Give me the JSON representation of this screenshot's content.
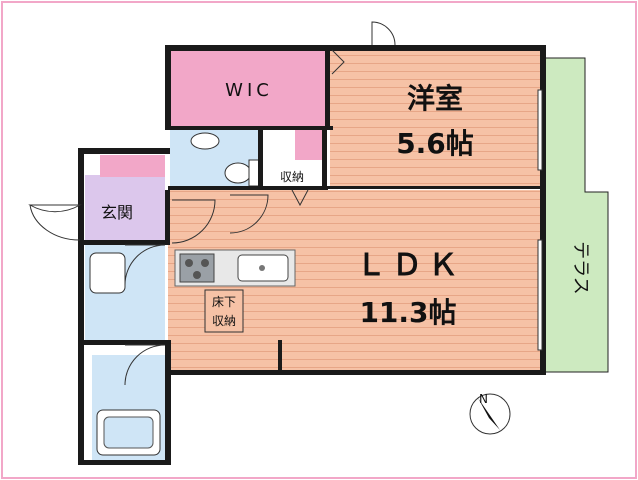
{
  "colors": {
    "wall": "#1a1a1a",
    "wood": "#f6c2a6",
    "wood_line": "#e7a687",
    "wic": "#f2a7c8",
    "wet": "#cfe5f6",
    "entry": "#dcc7ec",
    "terrace": "#cdeac0",
    "border": "#f2a7c8"
  },
  "rooms": {
    "wic": "WIC",
    "western_room": "洋室",
    "western_room_size": "5.6帖",
    "storage": "収納",
    "entrance": "玄関",
    "ldk": "ＬＤＫ",
    "ldk_size": "11.3帖",
    "underfloor_storage_line1": "床下",
    "underfloor_storage_line2": "収納",
    "terrace": "テラス"
  },
  "compass": {
    "north_label": "N",
    "icon": "compass-icon"
  }
}
